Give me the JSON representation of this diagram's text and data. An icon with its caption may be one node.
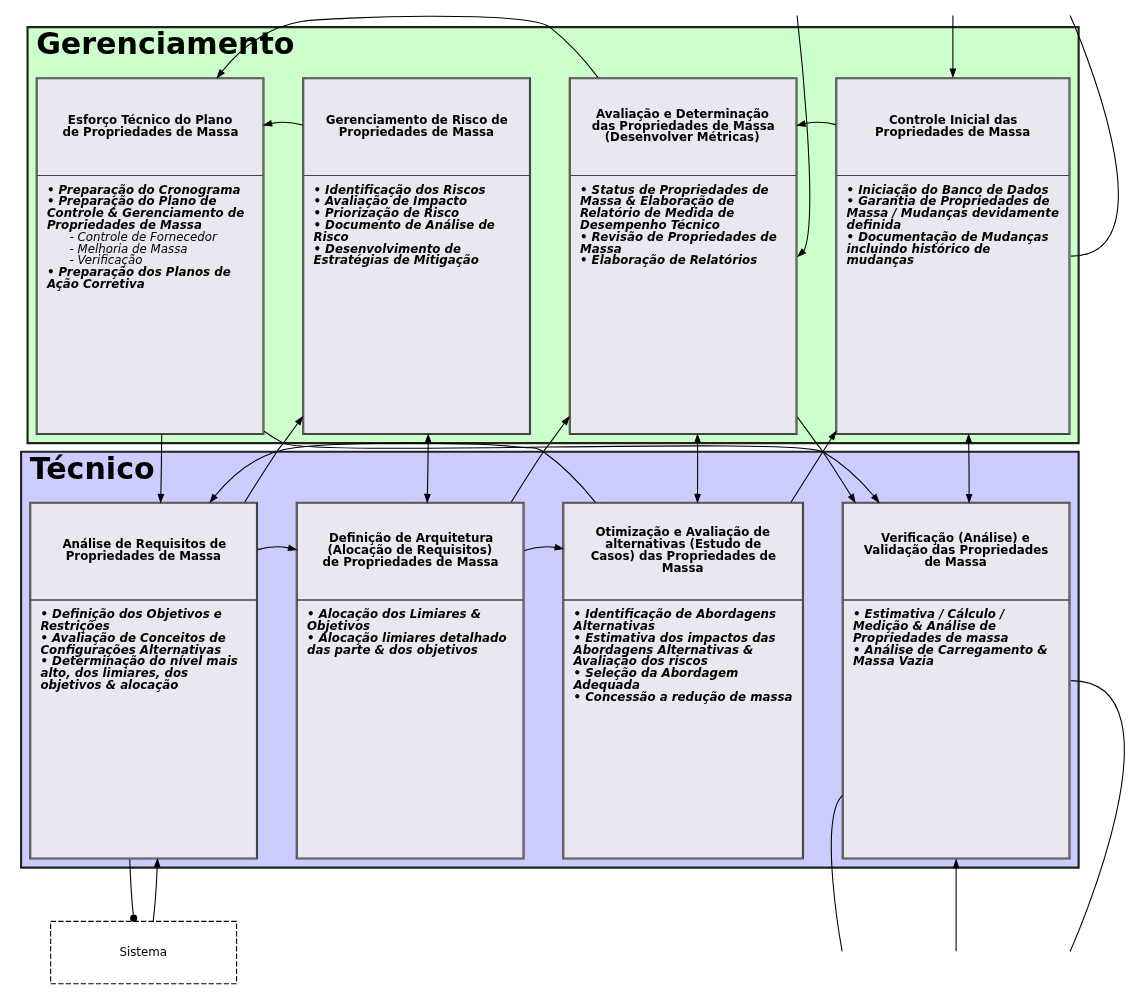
{
  "diagram": {
    "nodes": [
      {
        "text": [
          "Gerenciamento"
        ]
      },
      {
        "text": [
          "Esforço Técnico do Plano de Propriedades de Massa",
          "• Preparação do Cronograma",
          "• Preparação do Plano de Controle & Gerenciamento de Propriedades de Massa",
          "- Controle de Fornecedor",
          "- Melhoria de Massa",
          "- Verificação",
          "• Preparação dos Planos de Ação Corretiva"
        ],
        "in": 0
      },
      {
        "text": [
          "Gerenciamento de Risco de Propriedades de Massa",
          "• Identificação dos Riscos",
          "• Avaliação de Impacto",
          "• Priorização de Risco",
          "• Documento de Análise de Risco",
          "• Desenvolvimento de Estratégias de Mitigação"
        ],
        "in": 0
      },
      {
        "text": [
          "Avaliação e Determinação das Propriedades de Massa (Desenvolver Métricas)",
          "• Status de Propriedades de Massa & Elaboração de Relatório de Medida de Desempenho Técnico",
          "• Revisão de Propriedades de Massa",
          "• Elaboração de Relatórios"
        ],
        "in": 0
      },
      {
        "text": [
          "Controle Inicial das Propriedades de Massa",
          "• Iniciação do Banco de Dados",
          "• Garantia de Propriedades de Massa / Mudanças devidamente definida",
          "• Documentação de Mudanças incluindo histórico de mudanças"
        ],
        "in": 0
      },
      {
        "text": [
          "Técnico"
        ]
      },
      {
        "text": [
          "Análise de Requisitos de Propriedades de Massa",
          "• Definição dos Objetivos e Restrições",
          "• Avaliação de Conceitos de Configurações Alternativas",
          "• Determinação do nível mais alto, dos limiares, dos objetivos & alocação"
        ],
        "in": 5
      },
      {
        "text": [
          "Definição de Arquitetura (Alocação de Requisitos) de Propriedades de Massa",
          "• Alocação dos Limiares & Objetivos",
          "• Alocação limiares detalhado das parte & dos objetivos"
        ],
        "in": 5
      },
      {
        "text": [
          "Otimização e Avaliação de alternativas (Estudo de Casos) das Propriedades de Massa",
          "• Identificação de Abordagens Alternativas",
          "• Estimativa dos impactos das Abordagens Alternativas & Avaliação dos riscos",
          "• Seleção da Abordagem Adequada",
          "• Concessão a redução de massa"
        ],
        "in": 5
      },
      {
        "text": [
          "Verificação (Análise) e Validação das Propriedades de Massa",
          "• Estimativa / Cálculo / Medição & Análise de Propriedades de massa",
          "• Análise de Carregamento & Massa Vazia"
        ],
        "in": 5
      },
      {
        "text": [
          "Sistema"
        ]
      }
    ],
    "edges": [
      {
        "from": 1,
        "to": 6,
        "arrow": "to"
      },
      {
        "from": 1,
        "to": 9,
        "arrow": "to"
      },
      {
        "from": 2,
        "to": 7,
        "arrow": "both"
      },
      {
        "from": 3,
        "to": 8,
        "arrow": "both"
      },
      {
        "from": 4,
        "to": 9,
        "arrow": "both"
      },
      {
        "from": 2,
        "to": 1,
        "arrow": "to"
      },
      {
        "from": 3,
        "to": 1,
        "arrow": "to"
      },
      {
        "from": 4,
        "to": 3,
        "arrow": "to"
      },
      {
        "from": 6,
        "to": 2,
        "arrow": "to"
      },
      {
        "from": 7,
        "to": 3,
        "arrow": "to"
      },
      {
        "from": 8,
        "to": 4,
        "arrow": "to"
      },
      {
        "from": 8,
        "to": 6,
        "arrow": "to"
      },
      {
        "from": 3,
        "to": 9,
        "arrow": "to"
      },
      {
        "from": 6,
        "to": 7,
        "arrow": "to"
      },
      {
        "from": 7,
        "to": 8,
        "arrow": "to"
      },
      {
        "from": 10,
        "to": 6,
        "arrow": "to"
      },
      {
        "from": 6,
        "to": 10,
        "arrow": "other"
      },
      {
        "from": 4,
        "to": null,
        "arrow": "none"
      },
      {
        "from": 9,
        "to": null,
        "arrow": "none"
      },
      {
        "from": 9,
        "to": null,
        "arrow": "none"
      },
      {
        "from": null,
        "to": 3,
        "arrow": "to"
      },
      {
        "from": null,
        "to": 4,
        "arrow": "to"
      },
      {
        "from": null,
        "to": 9,
        "arrow": "to"
      }
    ]
  }
}
